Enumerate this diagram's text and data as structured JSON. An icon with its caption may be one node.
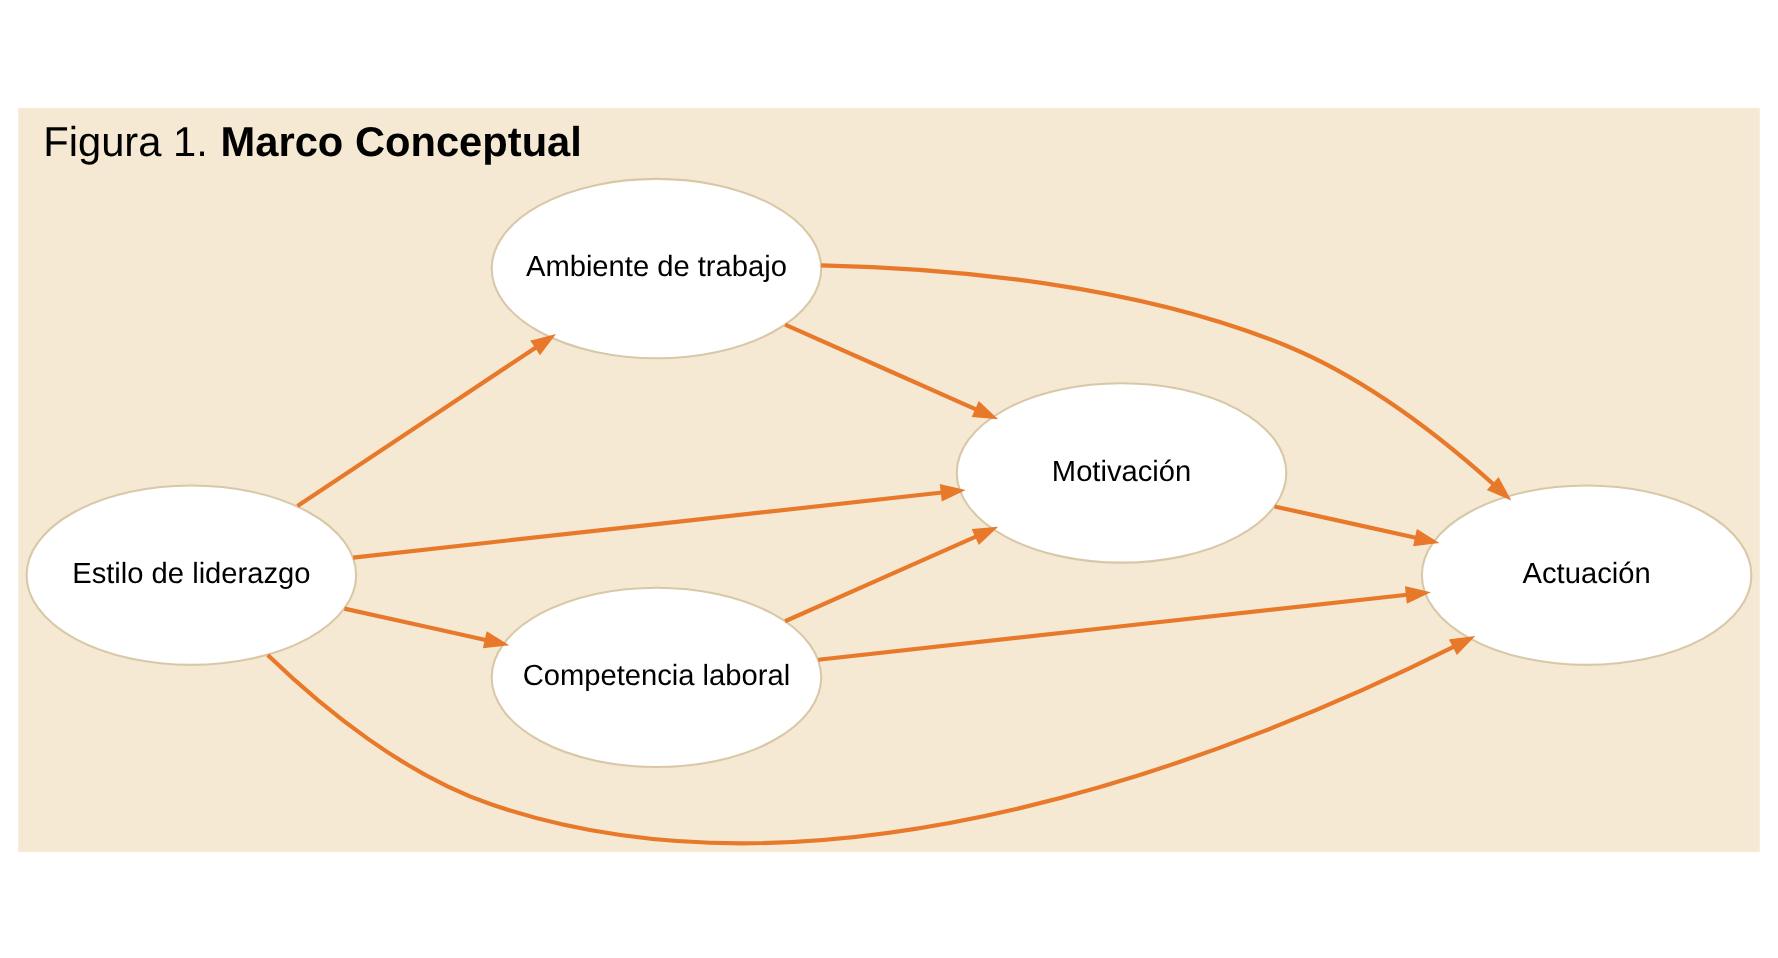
{
  "diagram": {
    "title": "Figura 1. **Marco Conceptual**",
    "nodes": [
      {
        "text": [
          "Estilo de liderazgo"
        ]
      },
      {
        "text": [
          "Ambiente de trabajo"
        ]
      },
      {
        "text": [
          "Competencia laboral"
        ]
      },
      {
        "text": [
          "Motivación"
        ]
      },
      {
        "text": [
          "Actuación"
        ]
      }
    ],
    "edges": [
      {
        "from": 0,
        "to": 1,
        "arrow": "to"
      },
      {
        "from": 0,
        "to": 2,
        "arrow": "to"
      },
      {
        "from": 0,
        "to": 3,
        "arrow": "to"
      },
      {
        "from": 0,
        "to": 4,
        "arrow": "to"
      },
      {
        "from": 1,
        "to": 3,
        "arrow": "to"
      },
      {
        "from": 1,
        "to": 4,
        "arrow": "to"
      },
      {
        "from": 2,
        "to": 3,
        "arrow": "to"
      },
      {
        "from": 2,
        "to": 4,
        "arrow": "to"
      },
      {
        "from": 3,
        "to": 4,
        "arrow": "to"
      }
    ]
  }
}
